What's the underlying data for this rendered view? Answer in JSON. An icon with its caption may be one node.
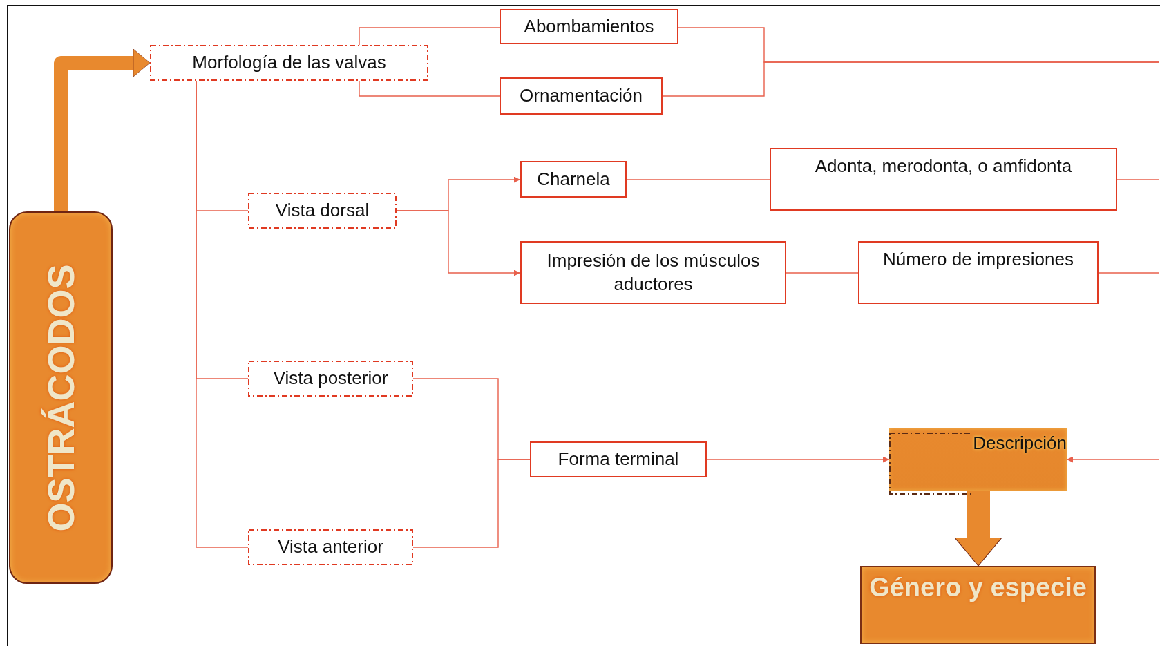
{
  "diagram": {
    "nodes": [
      {
        "text": [
          "OSTRÁCODOS"
        ]
      },
      {
        "text": [
          "Morfología de las valvas"
        ]
      },
      {
        "text": [
          "Abombamientos"
        ]
      },
      {
        "text": [
          "Ornamentación"
        ]
      },
      {
        "text": [
          "Vista dorsal"
        ]
      },
      {
        "text": [
          "Charnela"
        ]
      },
      {
        "text": [
          "Impresión de los músculos aductores"
        ]
      },
      {
        "text": [
          "Adonta, merodonta, o amfidonta"
        ]
      },
      {
        "text": [
          "Número de impresiones"
        ]
      },
      {
        "text": [
          "Vista posterior"
        ]
      },
      {
        "text": [
          "Vista anterior"
        ]
      },
      {
        "text": [
          "Forma terminal"
        ]
      },
      {
        "text": [
          "Descripción"
        ]
      },
      {
        "text": [
          "Género y especie"
        ]
      }
    ],
    "edges": [
      {
        "from": 0,
        "to": 1,
        "arrow": "to",
        "style": "thick",
        "color": "#e8892e"
      },
      {
        "from": 1,
        "to": 2,
        "arrow": "none"
      },
      {
        "from": 1,
        "to": 3,
        "arrow": "none"
      },
      {
        "from": 1,
        "to": 4,
        "arrow": "none"
      },
      {
        "from": 1,
        "to": 9,
        "arrow": "none"
      },
      {
        "from": 1,
        "to": 10,
        "arrow": "none"
      },
      {
        "from": 4,
        "to": 5,
        "arrow": "to"
      },
      {
        "from": 4,
        "to": 6,
        "arrow": "to"
      },
      {
        "from": 5,
        "to": 7,
        "arrow": "none"
      },
      {
        "from": 6,
        "to": 8,
        "arrow": "none"
      },
      {
        "from": 2,
        "to": null,
        "arrow": "none"
      },
      {
        "from": 3,
        "to": null,
        "arrow": "none"
      },
      {
        "from": 7,
        "to": null,
        "arrow": "none"
      },
      {
        "from": 8,
        "to": null,
        "arrow": "none"
      },
      {
        "from": 9,
        "to": 11,
        "arrow": "none"
      },
      {
        "from": 10,
        "to": 11,
        "arrow": "none"
      },
      {
        "from": 11,
        "to": 12,
        "arrow": "to"
      },
      {
        "from": null,
        "to": 12,
        "arrow": "to"
      },
      {
        "from": 12,
        "to": 13,
        "arrow": "to",
        "style": "thick",
        "color": "#e8892e"
      }
    ]
  }
}
